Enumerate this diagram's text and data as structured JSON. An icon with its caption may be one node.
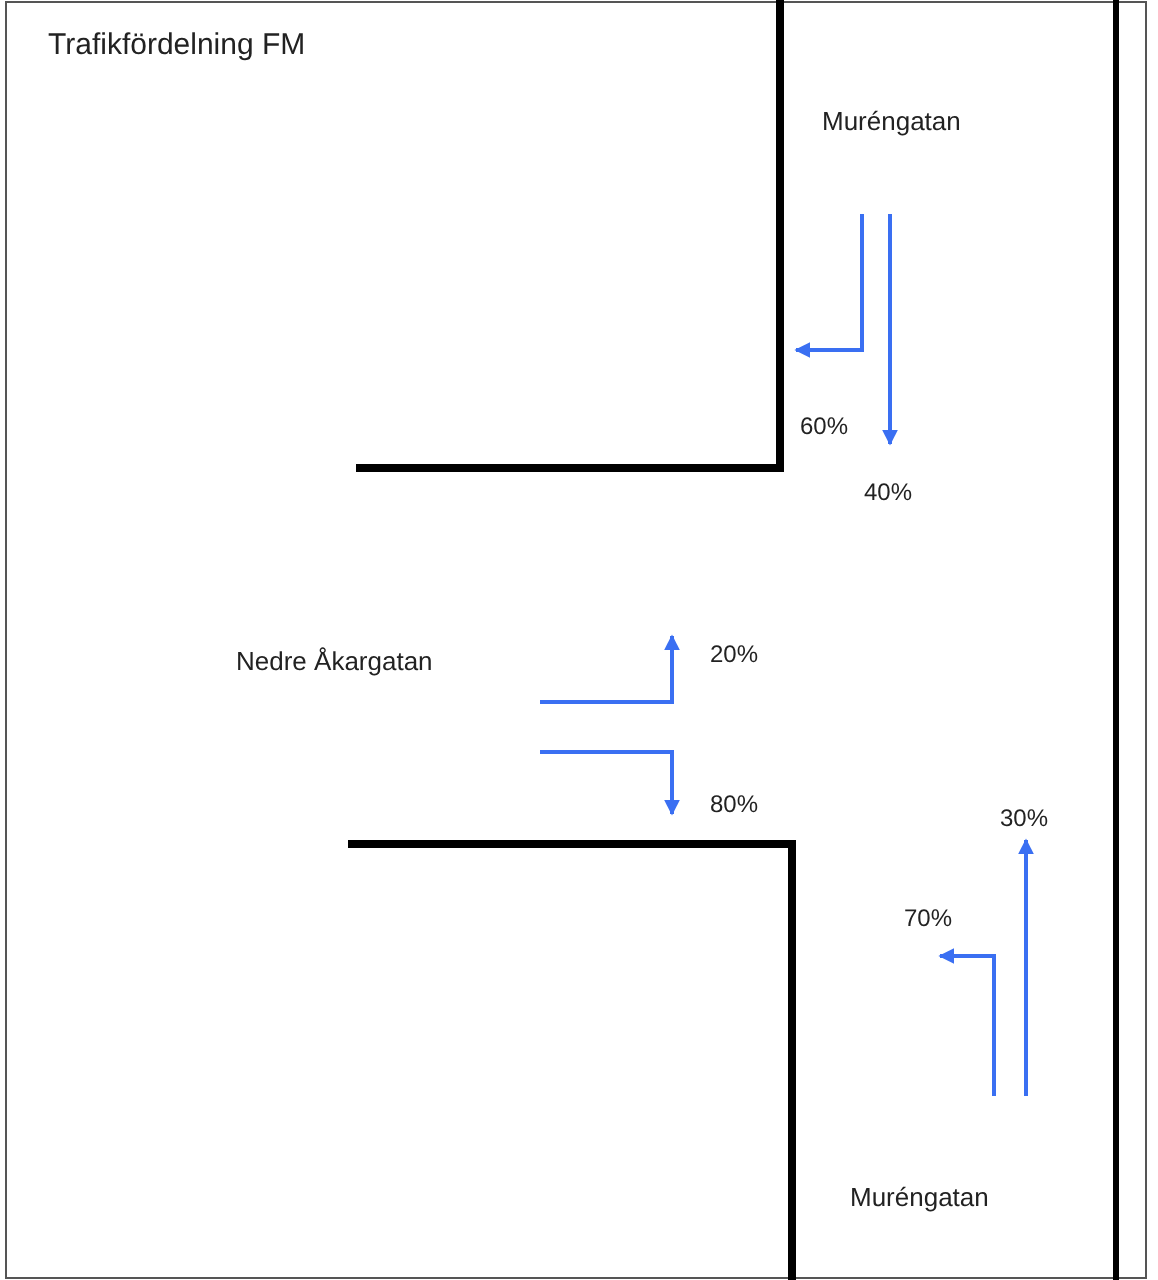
{
  "diagram": {
    "title": "Trafikfördelning FM",
    "labels": [
      "Muréngatan",
      "60%",
      "40%",
      "Nedre Åkargatan",
      "20%",
      "80%",
      "30%",
      "70%",
      "Muréngatan"
    ]
  }
}
